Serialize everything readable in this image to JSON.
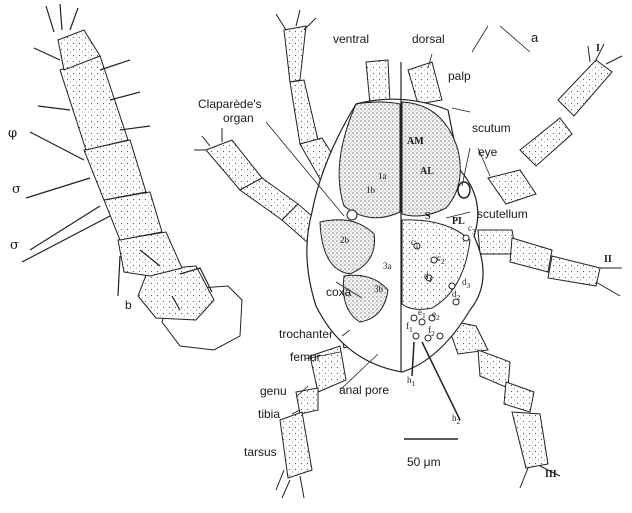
{
  "panels": {
    "a": "a",
    "b": "b"
  },
  "leg_roman": {
    "I": "I",
    "II": "II",
    "III": "III"
  },
  "left_view": {
    "ventral": "ventral",
    "claparede": [
      "Claparède's",
      "organ"
    ],
    "coxa": "coxa",
    "trochanter": "trochanter",
    "femur": "femur",
    "genu": "genu",
    "tibia": "tibia",
    "tarsus": "tarsus",
    "anal_pore": "anal pore"
  },
  "right_view": {
    "dorsal": "dorsal",
    "palp": "palp",
    "scutum": "scutum",
    "eye": "eye",
    "scutellum": "scutellum"
  },
  "setae": {
    "AM": "AM",
    "AL": "AL",
    "S": "S",
    "PL": "PL",
    "c1": "c",
    "c2": "c",
    "c3": "c",
    "d1": "d",
    "d2": "d",
    "d3": "d",
    "e1": "e",
    "e2": "e",
    "f1": "f",
    "f2": "f",
    "h1": "h",
    "h2": "h",
    "sub1": "1",
    "sub2": "2",
    "sub3": "3"
  },
  "coxal_marks": {
    "c1a": "1a",
    "c1b": "1b",
    "c2b": "2b",
    "c3a": "3a",
    "c3b": "3b"
  },
  "panel_b_setae": {
    "phi": "φ",
    "sigma1": "σ",
    "sigma2": "σ"
  },
  "scale_bar": "50 μm"
}
